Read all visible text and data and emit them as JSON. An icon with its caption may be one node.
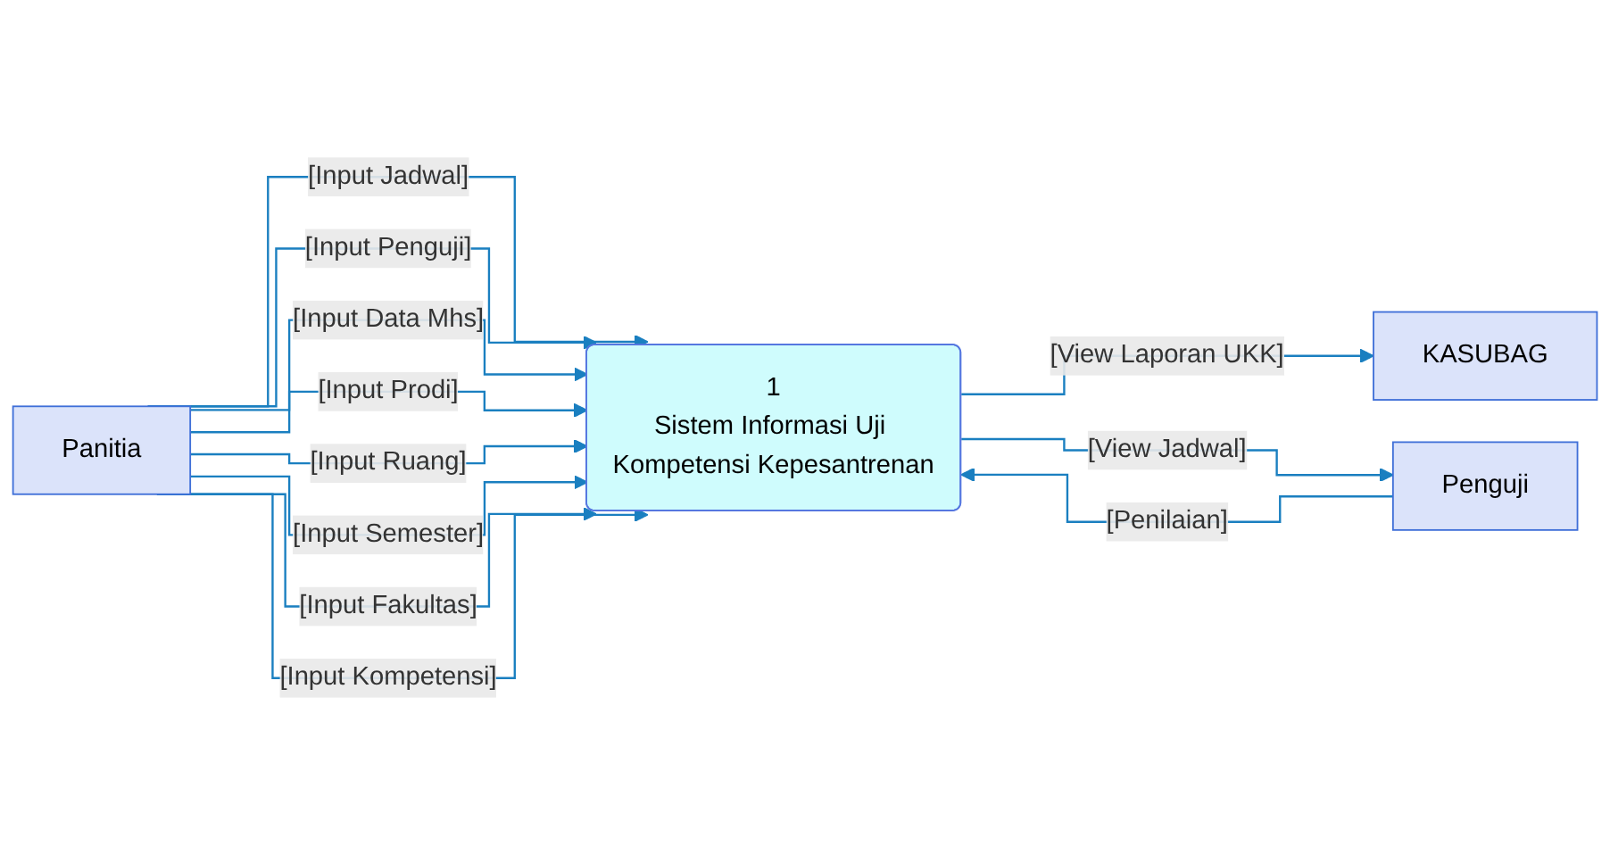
{
  "diagram": {
    "nodes": [
      {
        "text": [
          "Panitia"
        ]
      },
      {
        "text": [
          "KASUBAG"
        ]
      },
      {
        "text": [
          "1",
          "Sistem Informasi Uji Kompetensi Kepesantrenan"
        ]
      },
      {
        "text": [
          "Penguji"
        ]
      }
    ],
    "edges": [
      {
        "from": 0,
        "to": 2,
        "arrow": "to",
        "label": "[Input Jadwal]"
      },
      {
        "from": 0,
        "to": 2,
        "arrow": "to",
        "label": "[Input Penguji]"
      },
      {
        "from": 0,
        "to": 2,
        "arrow": "to",
        "label": "[Input Data Mhs]"
      },
      {
        "from": 0,
        "to": 2,
        "arrow": "to",
        "label": "[Input Prodi]"
      },
      {
        "from": 0,
        "to": 2,
        "arrow": "to",
        "label": "[Input Ruang]"
      },
      {
        "from": 0,
        "to": 2,
        "arrow": "to",
        "label": "[Input Semester]"
      },
      {
        "from": 0,
        "to": 2,
        "arrow": "to",
        "label": "[Input Fakultas]"
      },
      {
        "from": 0,
        "to": 2,
        "arrow": "to",
        "label": "[Input Kompetensi]"
      },
      {
        "from": 2,
        "to": 1,
        "arrow": "to",
        "label": "[View Laporan UKK]"
      },
      {
        "from": 2,
        "to": 3,
        "arrow": "to",
        "label": "[View Jadwal]"
      },
      {
        "from": 3,
        "to": 2,
        "arrow": "to",
        "label": "[Penilaian]"
      }
    ]
  }
}
